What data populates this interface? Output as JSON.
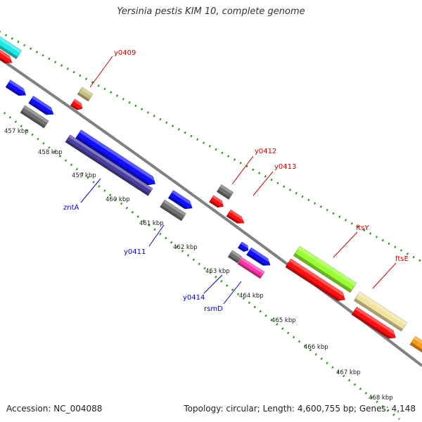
{
  "title": "Yersinia pestis KIM 10, complete genome",
  "footer": {
    "accession": "Accession: NC_004088",
    "summary": "Topology: circular; Length: 4,600,755 bp; Genes: 4,148"
  },
  "colors": {
    "backbone": "#808080",
    "tick": "#2f8f1f",
    "red": "#ff1010",
    "blue": "#1010ff",
    "gray": "#707070",
    "olive": "#c8c080",
    "navy": "#4a3f9c",
    "cyan": "#20e8e8",
    "magenta": "#ff33a8",
    "green": "#99ff33",
    "beige": "#f0e2a0",
    "orange": "#ff9a1a",
    "label_red": "#cc0000",
    "label_blue": "#0000cc"
  },
  "scale": {
    "kbp_labels": [
      "457 kbp",
      "458 kbp",
      "459 kbp",
      "460 kbp",
      "461 kbp",
      "462 kbp",
      "463 kbp",
      "464 kbp",
      "465 kbp",
      "466 kbp",
      "467 kbp",
      "468 kbp"
    ]
  },
  "features": [
    {
      "name": "cyan-feature",
      "color": "cyan",
      "strand": "forward"
    },
    {
      "name": "red-feature-top-left",
      "color": "red",
      "strand": "reverse"
    },
    {
      "name": "blue-feature-1",
      "color": "blue",
      "strand": "forward"
    },
    {
      "name": "blue-feature-2",
      "color": "blue",
      "strand": "forward"
    },
    {
      "name": "gray-feature-1",
      "color": "gray",
      "strand": "forward"
    },
    {
      "name": "y0409-feature",
      "color": "olive",
      "strand": "reverse"
    },
    {
      "name": "y0409-red-arrow",
      "color": "red",
      "strand": "reverse"
    },
    {
      "name": "zntA-feature",
      "color": "blue",
      "strand": "forward"
    },
    {
      "name": "zntA-track-feature",
      "color": "navy",
      "strand": "forward"
    },
    {
      "name": "y0411-feature",
      "color": "blue",
      "strand": "forward"
    },
    {
      "name": "y0411-gray-feature",
      "color": "gray",
      "strand": "forward"
    },
    {
      "name": "y0412-feature",
      "color": "gray",
      "strand": "reverse"
    },
    {
      "name": "y0412-red-arrow",
      "color": "red",
      "strand": "reverse"
    },
    {
      "name": "y0413-feature",
      "color": "red",
      "strand": "reverse"
    },
    {
      "name": "y0414-feature",
      "color": "blue",
      "strand": "forward"
    },
    {
      "name": "y0414-blue-feature-2",
      "color": "blue",
      "strand": "forward"
    },
    {
      "name": "rsmD-gray-feature",
      "color": "gray",
      "strand": "forward"
    },
    {
      "name": "rsmD-feature",
      "color": "magenta",
      "strand": "forward"
    },
    {
      "name": "ftsY-feature",
      "color": "green",
      "strand": "reverse"
    },
    {
      "name": "ftsY-red-feature",
      "color": "red",
      "strand": "reverse"
    },
    {
      "name": "ftsE-feature",
      "color": "beige",
      "strand": "reverse"
    },
    {
      "name": "ftsE-red-feature",
      "color": "red",
      "strand": "reverse"
    },
    {
      "name": "orange-feature",
      "color": "orange",
      "strand": "reverse"
    }
  ],
  "gene_labels": [
    {
      "name": "label-y0409",
      "text": "y0409",
      "color": "label_red"
    },
    {
      "name": "label-zntA",
      "text": "zntA",
      "color": "label_blue"
    },
    {
      "name": "label-y0411",
      "text": "y0411",
      "color": "label_blue"
    },
    {
      "name": "label-y0412",
      "text": "y0412",
      "color": "label_red"
    },
    {
      "name": "label-y0413",
      "text": "y0413",
      "color": "label_red"
    },
    {
      "name": "label-y0414",
      "text": "y0414",
      "color": "label_blue"
    },
    {
      "name": "label-rsmD",
      "text": "rsmD",
      "color": "label_blue"
    },
    {
      "name": "label-ftsY",
      "text": "ftsY",
      "color": "label_red"
    },
    {
      "name": "label-ftsE",
      "text": "ftsE",
      "color": "label_red"
    }
  ]
}
